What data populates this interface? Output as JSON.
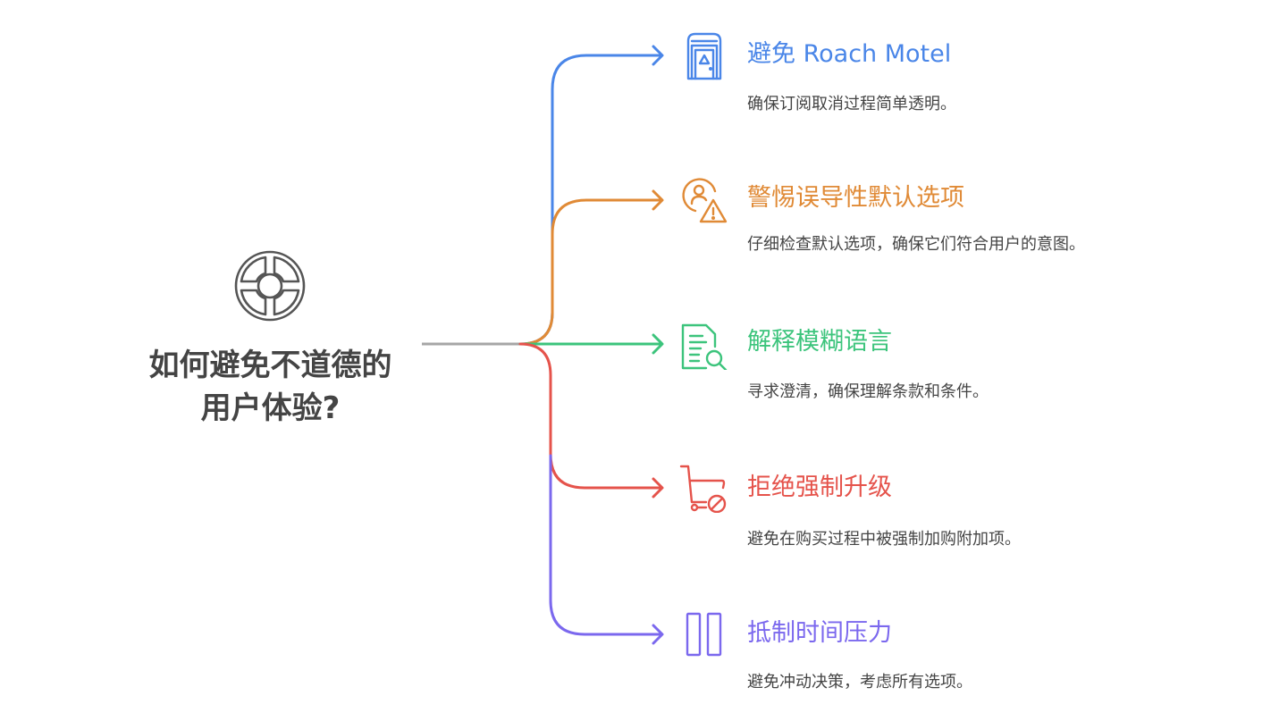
{
  "center": {
    "title_line1": "如何避免不道德的",
    "title_line2": "用户体验?",
    "icon": "compass-wheel-icon",
    "color": "#555555"
  },
  "trunk_color": "#a6a6a6",
  "branches": [
    {
      "title": "避免 Roach Motel",
      "description": "确保订阅取消过程简单透明。",
      "icon": "door-exit-icon",
      "color": "#4a86e8"
    },
    {
      "title": "警惕误导性默认选项",
      "description": "仔细检查默认选项，确保它们符合用户的意图。",
      "icon": "user-warning-icon",
      "color": "#e08a36"
    },
    {
      "title": "解释模糊语言",
      "description": "寻求澄清，确保理解条款和条件。",
      "icon": "document-search-icon",
      "color": "#3cc47c"
    },
    {
      "title": "拒绝强制升级",
      "description": "避免在购买过程中被强制加购附加项。",
      "icon": "cart-blocked-icon",
      "color": "#e5534b"
    },
    {
      "title": "抵制时间压力",
      "description": "避免冲动决策，考虑所有选项。",
      "icon": "pause-icon",
      "color": "#7b68ee"
    }
  ]
}
